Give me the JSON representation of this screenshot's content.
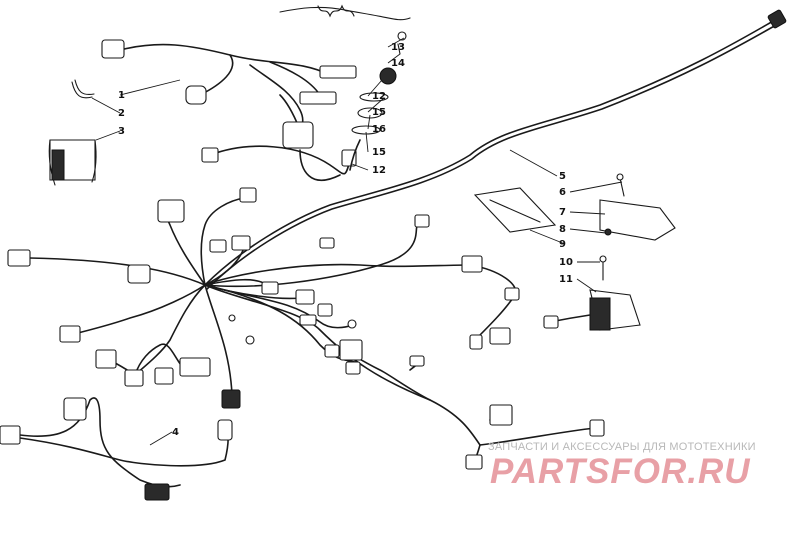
{
  "callouts": [
    {
      "id": "c1",
      "text": "1"
    },
    {
      "id": "c2",
      "text": "2"
    },
    {
      "id": "c3",
      "text": "3"
    },
    {
      "id": "c4",
      "text": "4"
    },
    {
      "id": "c5",
      "text": "5"
    },
    {
      "id": "c6",
      "text": "6"
    },
    {
      "id": "c7",
      "text": "7"
    },
    {
      "id": "c8",
      "text": "8"
    },
    {
      "id": "c9",
      "text": "9"
    },
    {
      "id": "c10",
      "text": "10"
    },
    {
      "id": "c11",
      "text": "11"
    },
    {
      "id": "c12a",
      "text": "12"
    },
    {
      "id": "c12b",
      "text": "12"
    },
    {
      "id": "c13",
      "text": "13"
    },
    {
      "id": "c14",
      "text": "14"
    },
    {
      "id": "c15a",
      "text": "15"
    },
    {
      "id": "c15b",
      "text": "15"
    },
    {
      "id": "c16",
      "text": "16"
    }
  ],
  "watermark": {
    "tagline": "ЗАПЧАСТИ И АКСЕССУАРЫ ДЛЯ МОТОТЕХНИКИ",
    "logo": "PARTSFOR.RU",
    "color": "#e8a0a6",
    "tagline_color": "#b8b8b8"
  },
  "colors": {
    "line": "#1a1a1a",
    "background": "#ffffff"
  }
}
